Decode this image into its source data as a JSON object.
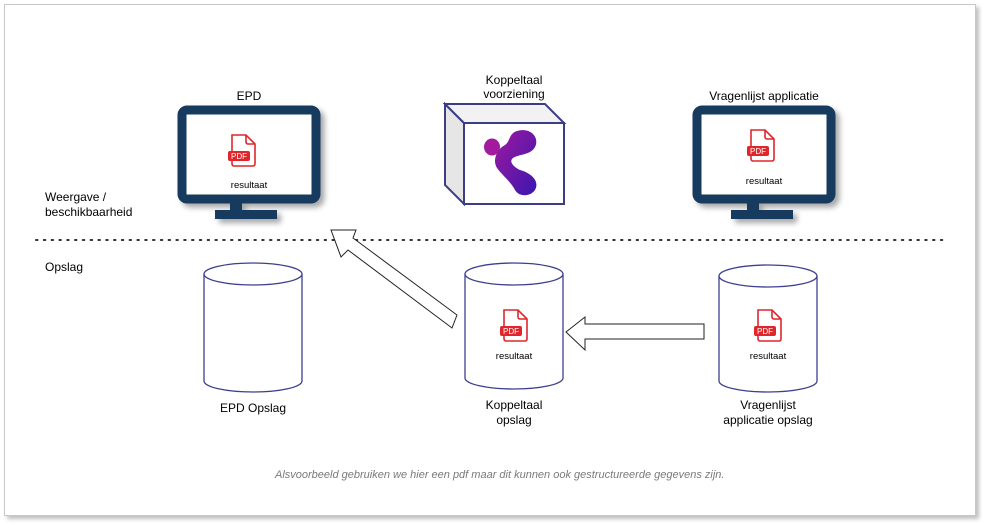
{
  "diagram": {
    "layers": {
      "display": "Weergave /\nbeschikbaarheid",
      "display_line1": "Weergave /",
      "display_line2": "beschikbaarheid",
      "storage": "Opslag"
    },
    "systems": [
      {
        "id": "epd",
        "title": "EPD",
        "icon": "monitor-icon",
        "content_label": "resultaat",
        "content_icon": "pdf-file-icon"
      },
      {
        "id": "koppeltaal",
        "title_line1": "Koppeltaal",
        "title_line2": "voorziening",
        "icon": "cube-icon",
        "logo": "koppeltaal-logo-icon"
      },
      {
        "id": "vragenlijst",
        "title": "Vragenlijst applicatie",
        "icon": "monitor-icon",
        "content_label": "resultaat",
        "content_icon": "pdf-file-icon"
      }
    ],
    "storages": [
      {
        "id": "epd-opslag",
        "label": "EPD Opslag",
        "icon": "database-icon"
      },
      {
        "id": "koppeltaal-opslag",
        "label_line1": "Koppeltaal",
        "label_line2": "opslag",
        "icon": "database-icon",
        "content_label": "resultaat",
        "content_icon": "pdf-file-icon"
      },
      {
        "id": "vragenlijst-opslag",
        "label_line1": "Vragenlijst",
        "label_line2": "applicatie opslag",
        "icon": "database-icon",
        "content_label": "resultaat",
        "content_icon": "pdf-file-icon"
      }
    ],
    "flows": [
      {
        "from": "vragenlijst-opslag",
        "to": "koppeltaal-opslag",
        "icon": "arrow-left-icon"
      },
      {
        "from": "koppeltaal-opslag",
        "to": "epd",
        "icon": "arrow-up-left-icon"
      }
    ],
    "pdf_badge": "PDF",
    "footnote": "Alsvoorbeeld gebruiken we hier een pdf maar dit kunnen ook gestructureerde gegevens zijn.",
    "colors": {
      "monitor": "#173a5e",
      "cylinder_stroke": "#3d3f8f",
      "cube_stroke": "#3b3d86",
      "pdf_red": "#e0262b",
      "logo_start": "#a0199e",
      "logo_end": "#3a16b0",
      "note_text": "#7a7a7a"
    }
  }
}
